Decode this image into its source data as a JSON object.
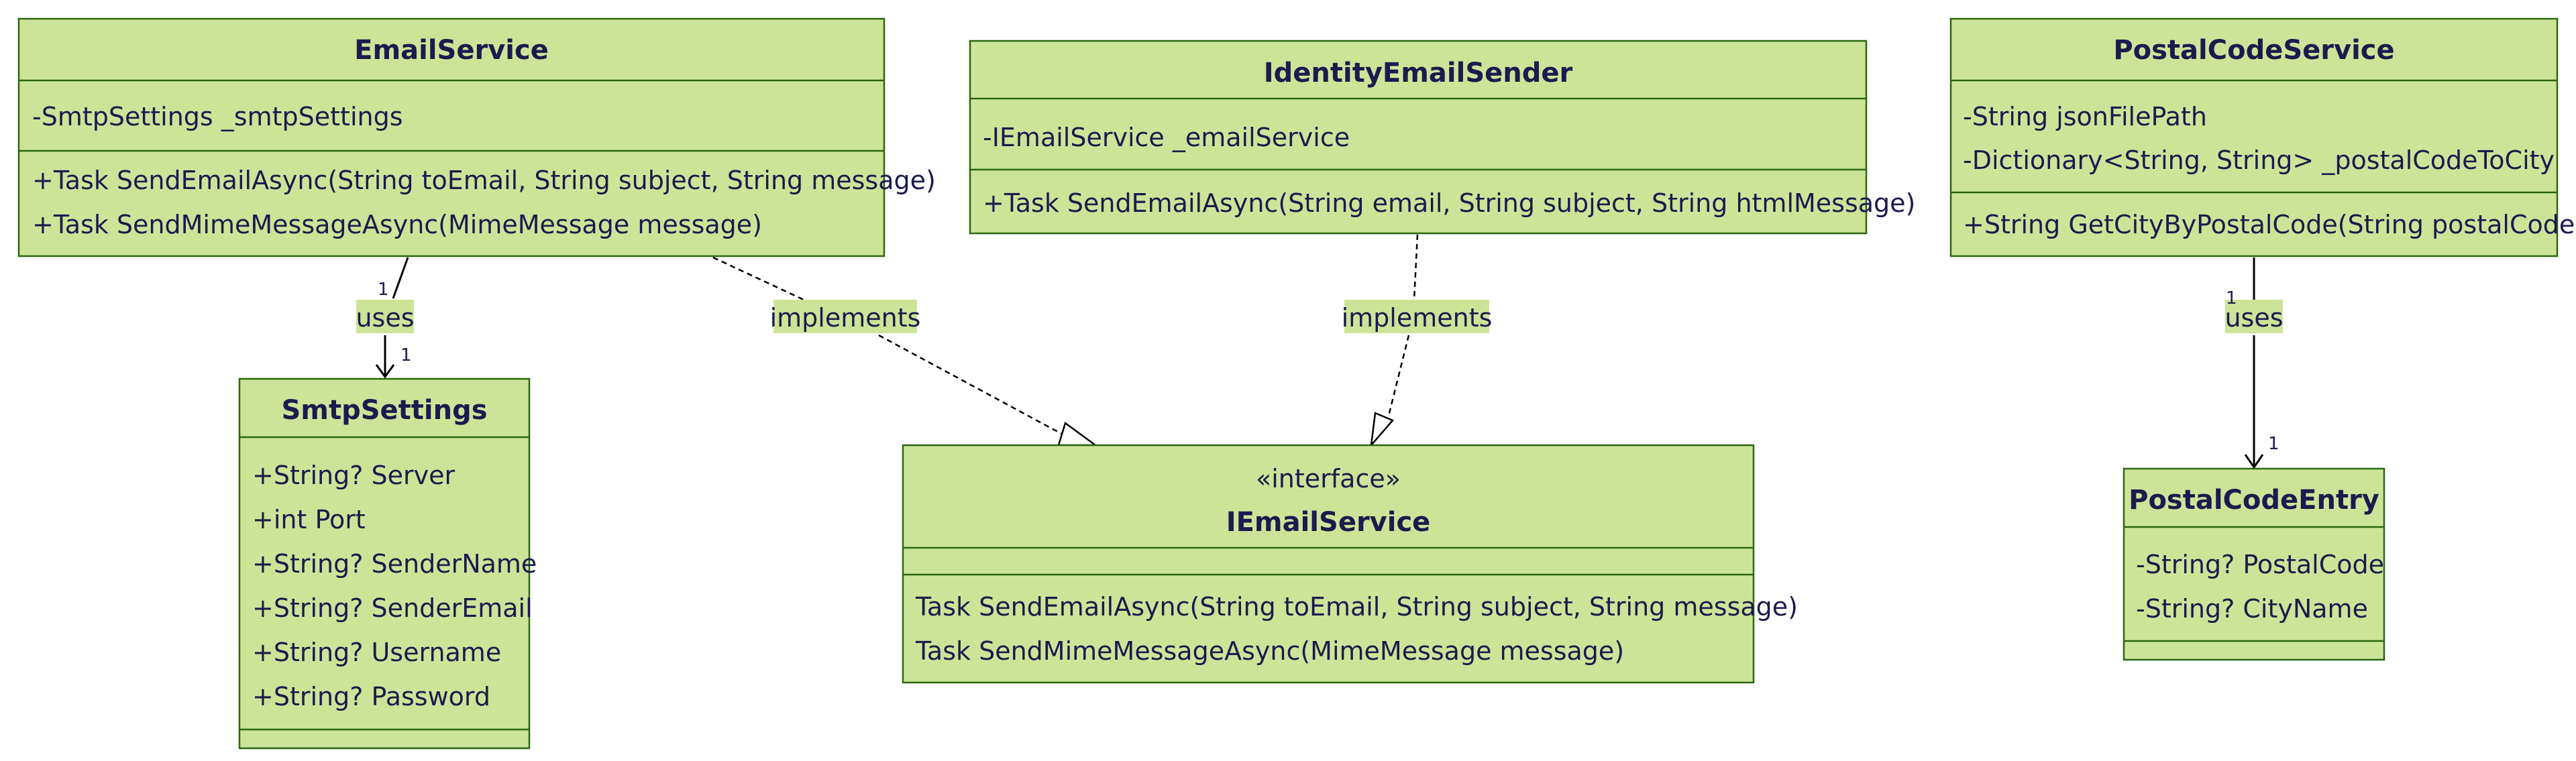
{
  "classes": {
    "email_service": {
      "name": "EmailService",
      "fields": [
        "-SmtpSettings _smtpSettings"
      ],
      "methods": [
        "+Task SendEmailAsync(String toEmail, String subject, String message)",
        "+Task SendMimeMessageAsync(MimeMessage message)"
      ]
    },
    "identity_email_sender": {
      "name": "IdentityEmailSender",
      "fields": [
        "-IEmailService _emailService"
      ],
      "methods": [
        "+Task SendEmailAsync(String email, String subject, String htmlMessage)"
      ]
    },
    "postal_code_service": {
      "name": "PostalCodeService",
      "fields": [
        "-String jsonFilePath",
        "-Dictionary<String, String> _postalCodeToCity"
      ],
      "methods": [
        "+String GetCityByPostalCode(String postalCode)"
      ]
    },
    "smtp_settings": {
      "name": "SmtpSettings",
      "fields": [
        "+String? Server",
        "+int Port",
        "+String? SenderName",
        "+String? SenderEmail",
        "+String? Username",
        "+String? Password"
      ],
      "methods": []
    },
    "iemail_service": {
      "stereotype": "«interface»",
      "name": "IEmailService",
      "fields": [],
      "methods": [
        "Task SendEmailAsync(String toEmail, String subject, String message)",
        "Task SendMimeMessageAsync(MimeMessage message)"
      ]
    },
    "postal_code_entry": {
      "name": "PostalCodeEntry",
      "fields": [
        "-String? PostalCode",
        "-String? CityName"
      ],
      "methods": []
    }
  },
  "relations": {
    "email_uses_smtp": {
      "label": "uses",
      "source_mult": "1",
      "target_mult": "1"
    },
    "email_implements": {
      "label": "implements"
    },
    "identity_implements": {
      "label": "implements"
    },
    "postal_uses_entry": {
      "label": "uses",
      "source_mult": "1",
      "target_mult": "1"
    }
  },
  "colors": {
    "box_fill": "#cde498",
    "box_border": "#2b6610",
    "text": "#1c1a4e",
    "edge": "#000000"
  }
}
